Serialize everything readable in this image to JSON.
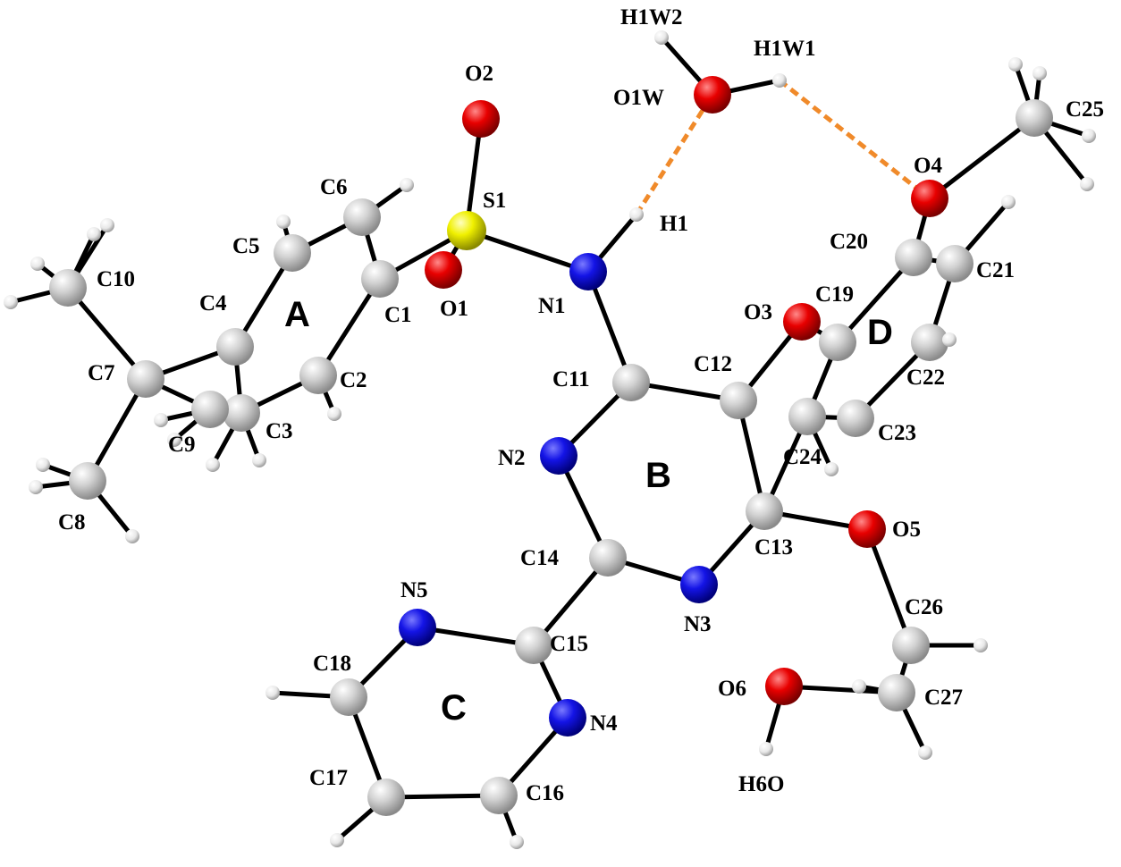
{
  "colors": {
    "C": "#c8c8c8",
    "H": "#e4e4e4",
    "N": "#1010e8",
    "O": "#e00000",
    "S": "#e8e800",
    "bond": "#000000",
    "hbond": "#f08a2a"
  },
  "labels": {
    "C1": "C1",
    "C2": "C2",
    "C3": "C3",
    "C4": "C4",
    "C5": "C5",
    "C6": "C6",
    "C7": "C7",
    "C8": "C8",
    "C9": "C9",
    "C10": "C10",
    "C11": "C11",
    "C12": "C12",
    "C13": "C13",
    "C14": "C14",
    "C15": "C15",
    "C16": "C16",
    "C17": "C17",
    "C18": "C18",
    "C19": "C19",
    "C20": "C20",
    "C21": "C21",
    "C22": "C22",
    "C23": "C23",
    "C24": "C24",
    "C25": "C25",
    "C26": "C26",
    "C27": "C27",
    "N1": "N1",
    "N2": "N2",
    "N3": "N3",
    "N4": "N4",
    "N5": "N5",
    "O1": "O1",
    "O2": "O2",
    "O3": "O3",
    "O4": "O4",
    "O5": "O5",
    "O6": "O6",
    "O1W": "O1W",
    "S1": "S1",
    "H1": "H1",
    "H1W1": "H1W1",
    "H1W2": "H1W2",
    "H6O": "H6O"
  },
  "rings": {
    "A": "A",
    "B": "B",
    "C": "C",
    "D": "D"
  }
}
